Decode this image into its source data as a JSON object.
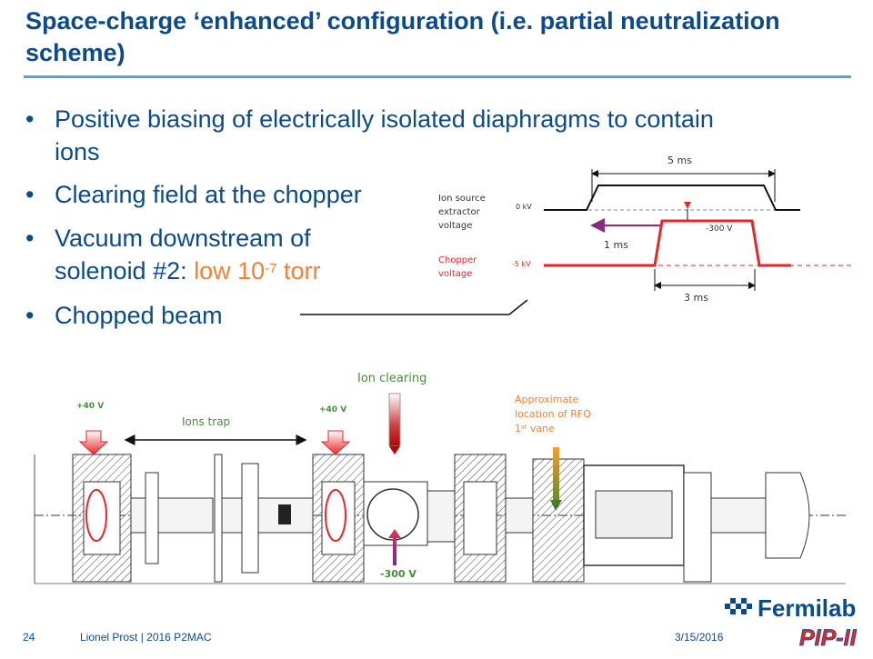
{
  "slide": {
    "title": "Space-charge ‘enhanced’ configuration (i.e. partial neutralization scheme)",
    "bullets": [
      {
        "dot": "•",
        "text_lines": [
          "Positive biasing of electrically isolated diaphragms to contain",
          "ions"
        ]
      },
      {
        "dot": "•",
        "text": "Clearing field at the chopper"
      },
      {
        "dot": "•",
        "text_lines": [
          "Vacuum downstream of",
          "solenoid #2: "
        ],
        "highlight": "low 10",
        "sup": "-7",
        "highlight_end": " torr"
      },
      {
        "dot": "•",
        "text": "Chopped beam"
      }
    ]
  },
  "timing": {
    "label_ion_source_1": "Ion source",
    "label_ion_source_2": "extractor",
    "label_ion_source_3": "voltage",
    "label_chopper_1": "Chopper",
    "label_chopper_2": "voltage",
    "zero_kv": "0 kV",
    "minus5_kv": "-5 kV",
    "five_ms": "5 ms",
    "one_ms": "1 ms",
    "three_ms": "3 ms",
    "minus300_v": "-300 V"
  },
  "beamline": {
    "ion_clearing": "Ion clearing",
    "ions_trap": "Ions trap",
    "plus40_left": "+40 V",
    "plus40_right": "+40 V",
    "minus300_v": "-300 V",
    "rfq_1": "Approximate",
    "rfq_2": "location of RFQ",
    "rfq_3": "1",
    "rfq_3_sup": "st",
    "rfq_3_end": " vane"
  },
  "footer": {
    "page": "24",
    "author": "Lionel Prost | 2016 P2MAC",
    "date": "3/15/2016"
  },
  "logo": {
    "name": "Fermilab",
    "sub": "PIP-II"
  },
  "colors": {
    "title_blue": "#0b4a8b",
    "rule_blue": "#5f9ed9",
    "accent_orange": "#f0813a",
    "chopper_red": "#e8262a",
    "green_text": "#4a8a3e"
  }
}
